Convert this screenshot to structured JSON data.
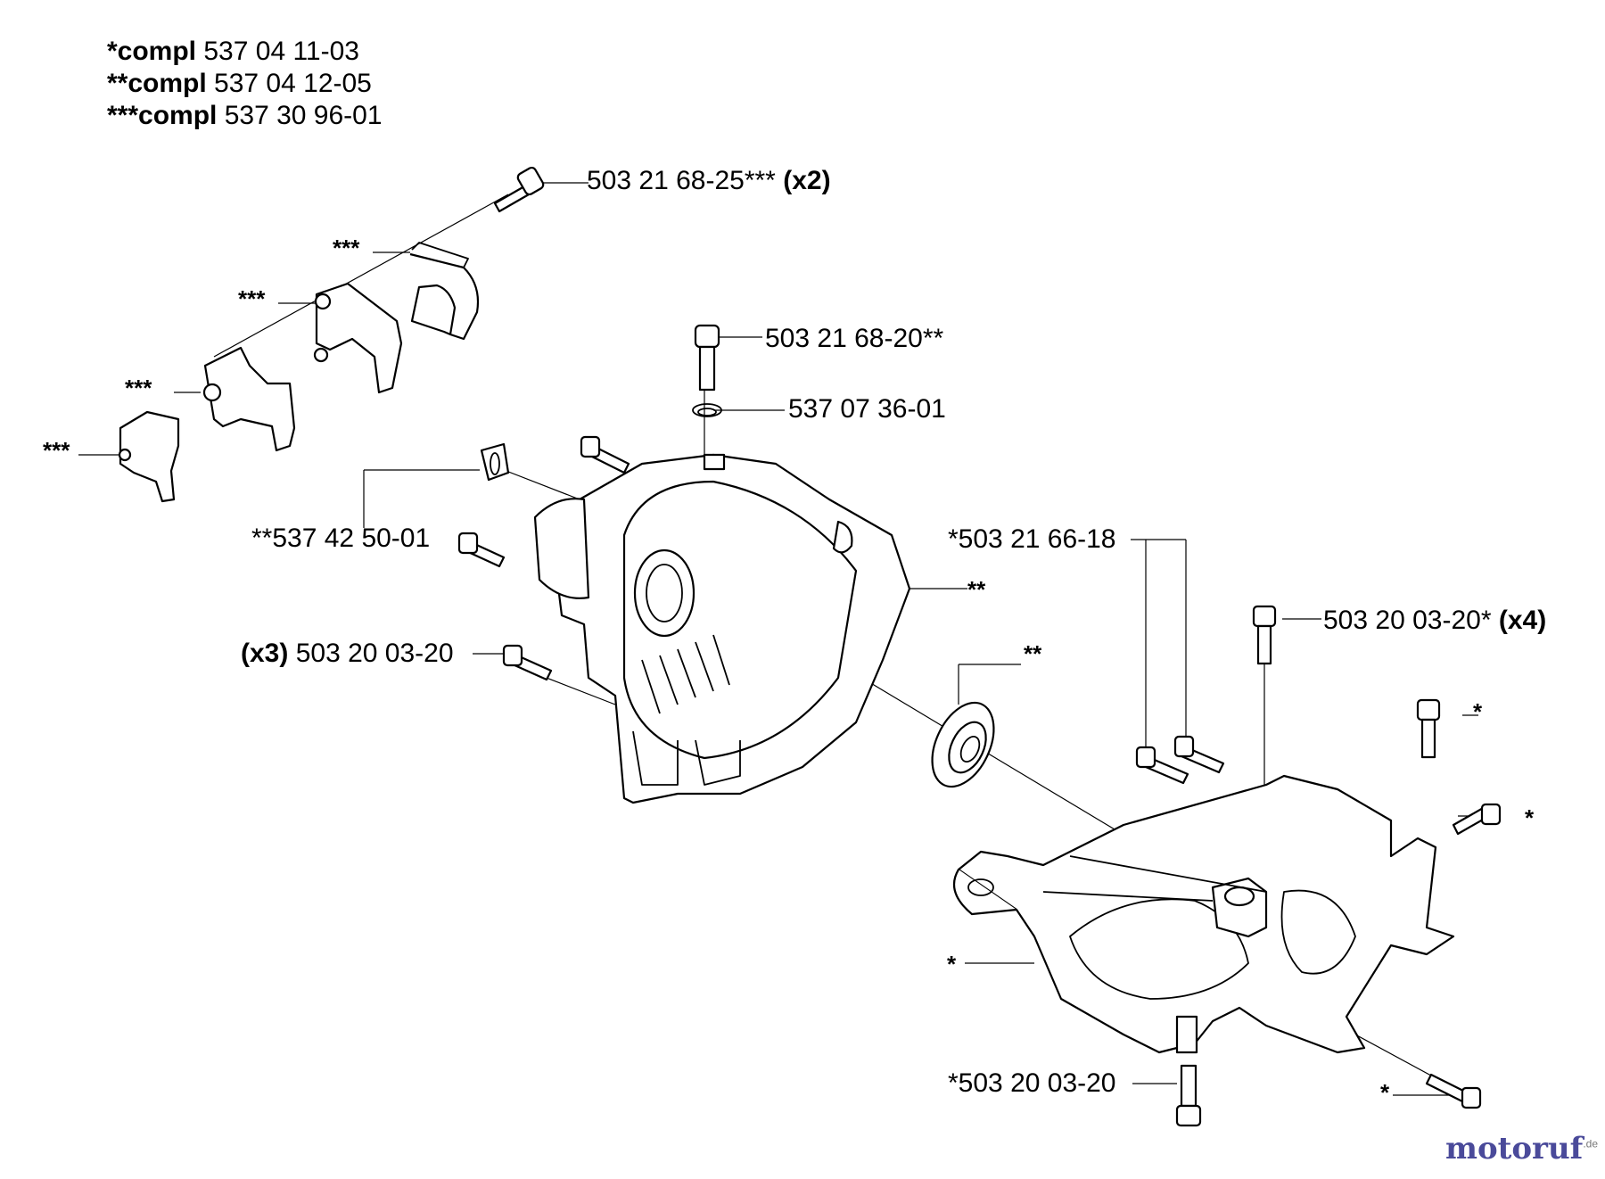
{
  "legend": {
    "rows": [
      {
        "prefix": "*compl",
        "number": "537 04 11-03"
      },
      {
        "prefix": "**compl",
        "number": "537 04 12-05"
      },
      {
        "prefix": "***compl",
        "number": "537 30 96-01"
      }
    ]
  },
  "labels": {
    "screw_top": {
      "number": "503 21 68-25***",
      "qty": "(x2)"
    },
    "screw_mid": {
      "number": "503 21 68-20**"
    },
    "circlip": {
      "number": "537 07 36-01"
    },
    "gasket": {
      "number": "**537 42 50-01"
    },
    "screws_left": {
      "qty": "(x3)",
      "number": "503 20 03-20"
    },
    "screws_pair": {
      "number": "*503 21 66-18"
    },
    "screws_x4": {
      "number": "503 20 03-20*",
      "qty": "(x4)"
    },
    "screw_bottom": {
      "number": "*503 20 03-20"
    }
  },
  "markers": {
    "m1": "***",
    "m2": "***",
    "m3": "***",
    "m4": "***",
    "m5": "**",
    "m6": "**",
    "m7": "*",
    "m8": "*",
    "m9": "*",
    "m10": "*"
  },
  "brand": {
    "main": "motoruf",
    "suffix": ".de"
  }
}
